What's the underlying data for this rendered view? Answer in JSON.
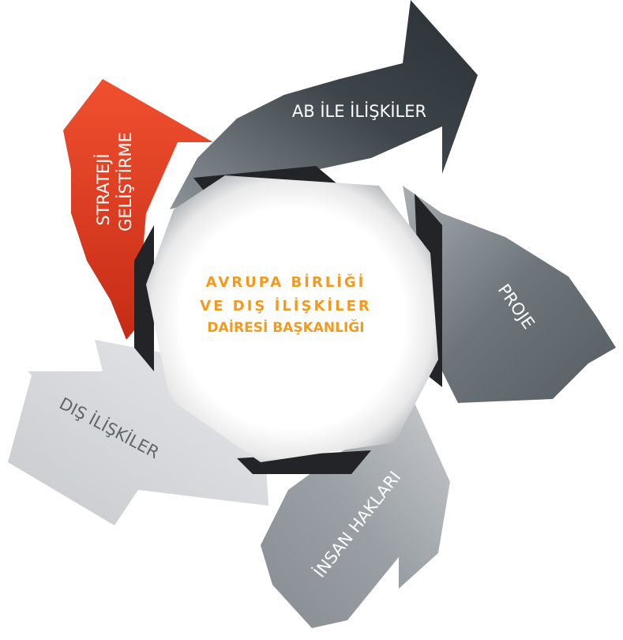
{
  "center": {
    "line1": "AVRUPA BİRLİĞİ",
    "line2": "VE DIŞ İLİŞKİLER",
    "line3": "DAİRESİ BAŞKANLIĞI",
    "color": "#f39a1e"
  },
  "arrows": [
    {
      "id": "strateji",
      "label_lines": [
        "STRATEJİ",
        "GELİŞTİRME"
      ],
      "color": "#e8371f",
      "text_color": "#ffffff"
    },
    {
      "id": "ab",
      "label_lines": [
        "AB İLE İLİŞKİLER"
      ],
      "color": "#3b4247",
      "text_color": "#ffffff"
    },
    {
      "id": "proje",
      "label_lines": [
        "PROJE"
      ],
      "color": "#6d757b",
      "text_color": "#ffffff"
    },
    {
      "id": "insan",
      "label_lines": [
        "İNSAN HAKLARI"
      ],
      "color": "#9ca2a7",
      "text_color": "#ffffff"
    },
    {
      "id": "dis",
      "label_lines": [
        "DIŞ İLİŞKİLER"
      ],
      "color": "#d4d7da",
      "text_color": "#606569"
    }
  ]
}
